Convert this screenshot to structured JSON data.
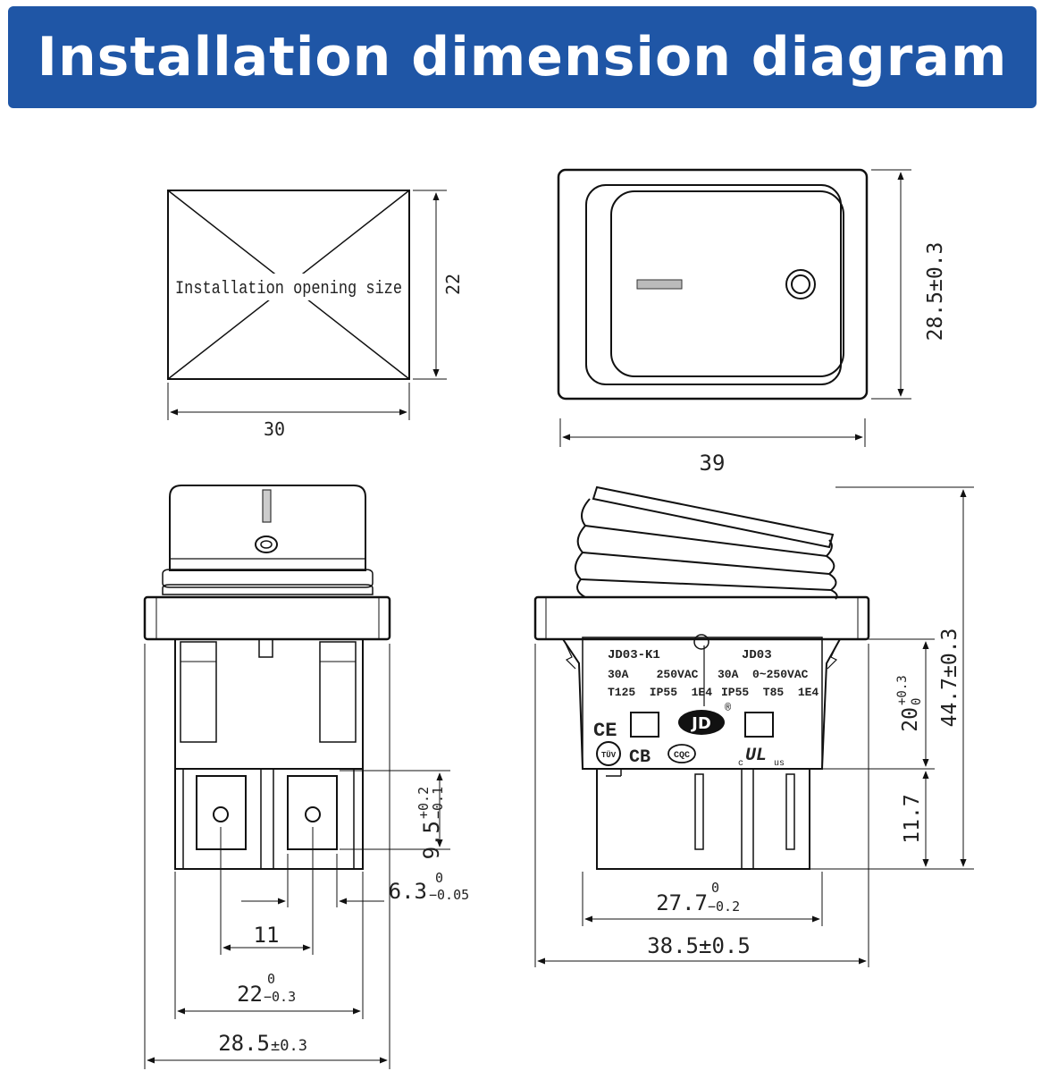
{
  "header": {
    "title": "Installation dimension diagram",
    "color": "#1f56a6"
  },
  "opening_view": {
    "label": "Installation opening size",
    "width": "30",
    "height": "22"
  },
  "top_view": {
    "width": "39",
    "height": "28.5±0.3"
  },
  "front_view": {
    "terminal_height": {
      "main": "9.5",
      "sup": "+0.2",
      "sub": "−0.1"
    },
    "terminal_width": {
      "main": "6.3",
      "sup": "0",
      "sub": "−0.05"
    },
    "terminal_pitch": "11",
    "body_width": {
      "main": "22",
      "sup": "0",
      "sub": "−0.3"
    },
    "frame_width": {
      "main": "28.5",
      "tol": "±0.3"
    }
  },
  "side_view": {
    "model_left": "JD03-K1",
    "model_right": "JD03",
    "spec_left_1": "30A    250VAC",
    "spec_left_2": "T125  IP55  1E4",
    "spec_right_1": "30A  0~250VAC",
    "spec_right_2": "IP55  T85  1E4",
    "mark_ce": "CE",
    "mark_cb": "CB",
    "mark_cqc": "CQC",
    "mark_tuv": "TÜV",
    "mark_jd": "JD",
    "mark_ul": "UL",
    "mark_c": "c",
    "mark_us": "us",
    "mark_reg": "®",
    "body_height": {
      "main": "20",
      "sup": "+0.3",
      "sub": "0"
    },
    "terminal_height": "11.7",
    "total_height": "44.7±0.3",
    "body_width": {
      "main": "27.7",
      "sup": "0",
      "sub": "−0.2"
    },
    "frame_width": "38.5±0.5"
  }
}
